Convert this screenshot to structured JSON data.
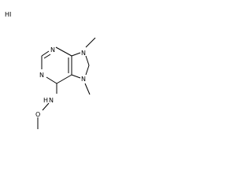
{
  "counterion": "HI",
  "atoms": {
    "n1": "N",
    "n3": "N",
    "n7": "N",
    "n9": "N",
    "n_amino": "N",
    "h_amino": "H",
    "o": "O",
    "me_n9": "CH3",
    "me_n7": "CH3",
    "me_o": "CH3"
  },
  "chart_data": {
    "type": "structure",
    "compound_class": "purine derivative",
    "substituents": [
      "N-methoxyamino",
      "N7-methyl",
      "N9-methyl"
    ],
    "salt": "HI"
  }
}
